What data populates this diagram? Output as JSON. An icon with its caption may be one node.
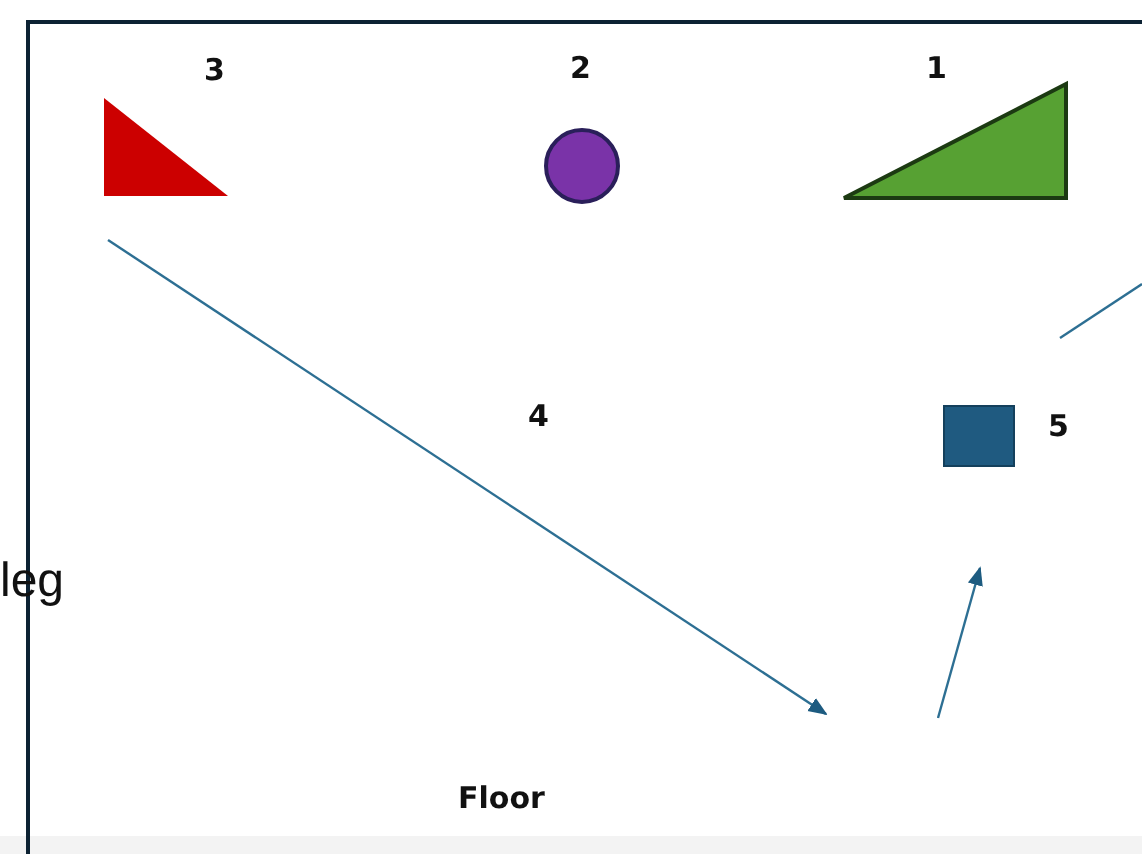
{
  "diagram": {
    "labels": [
      "3",
      "2",
      "1",
      "4",
      "5",
      "leg",
      "Floor"
    ]
  }
}
